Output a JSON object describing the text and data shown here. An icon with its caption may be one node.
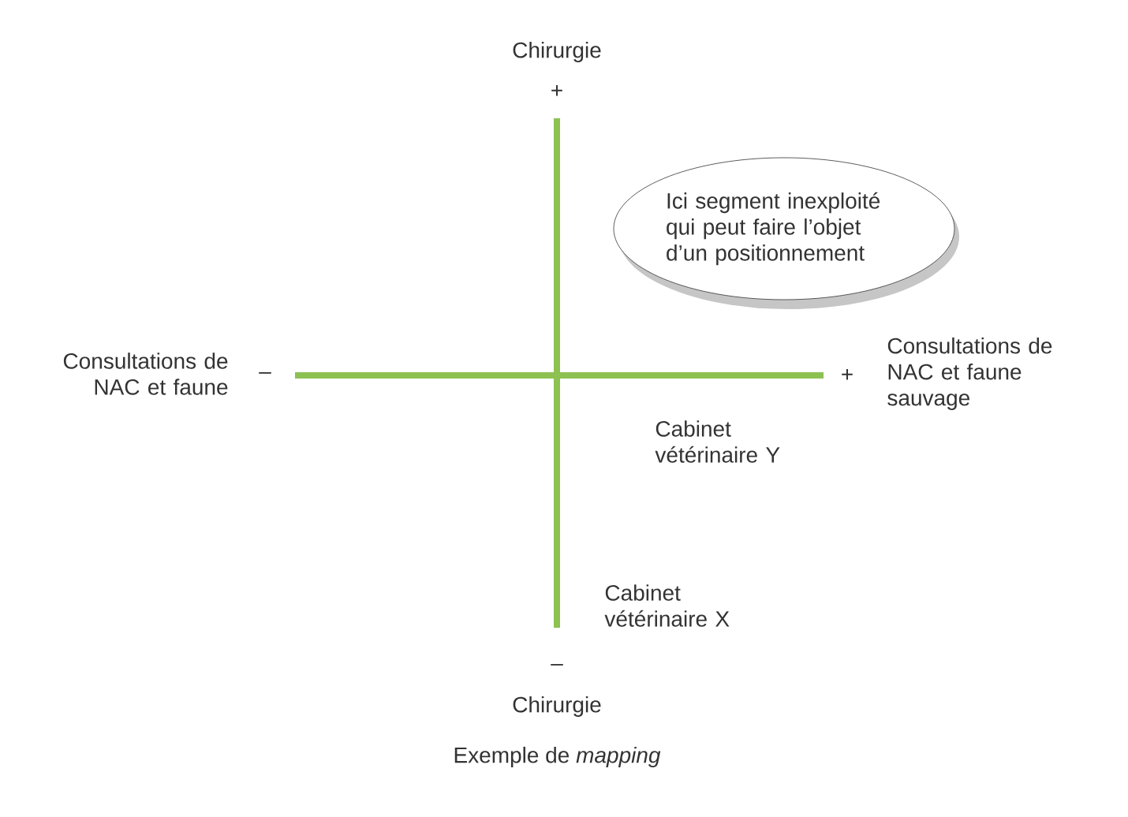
{
  "diagram": {
    "caption": "Exemple de *mapping*",
    "nodes": [
      {
        "text": [
          "Ici segment inexploité qui peut faire l’objet d’un positionnement"
        ]
      }
    ],
    "labels": [
      "Chirurgie",
      "+",
      "Consultations de NAC et faune",
      "–",
      "+",
      "Consultations de NAC et faune sauvage",
      "Cabinet vétérinaire Y",
      "Cabinet vétérinaire X",
      "–",
      "Chirurgie"
    ]
  }
}
